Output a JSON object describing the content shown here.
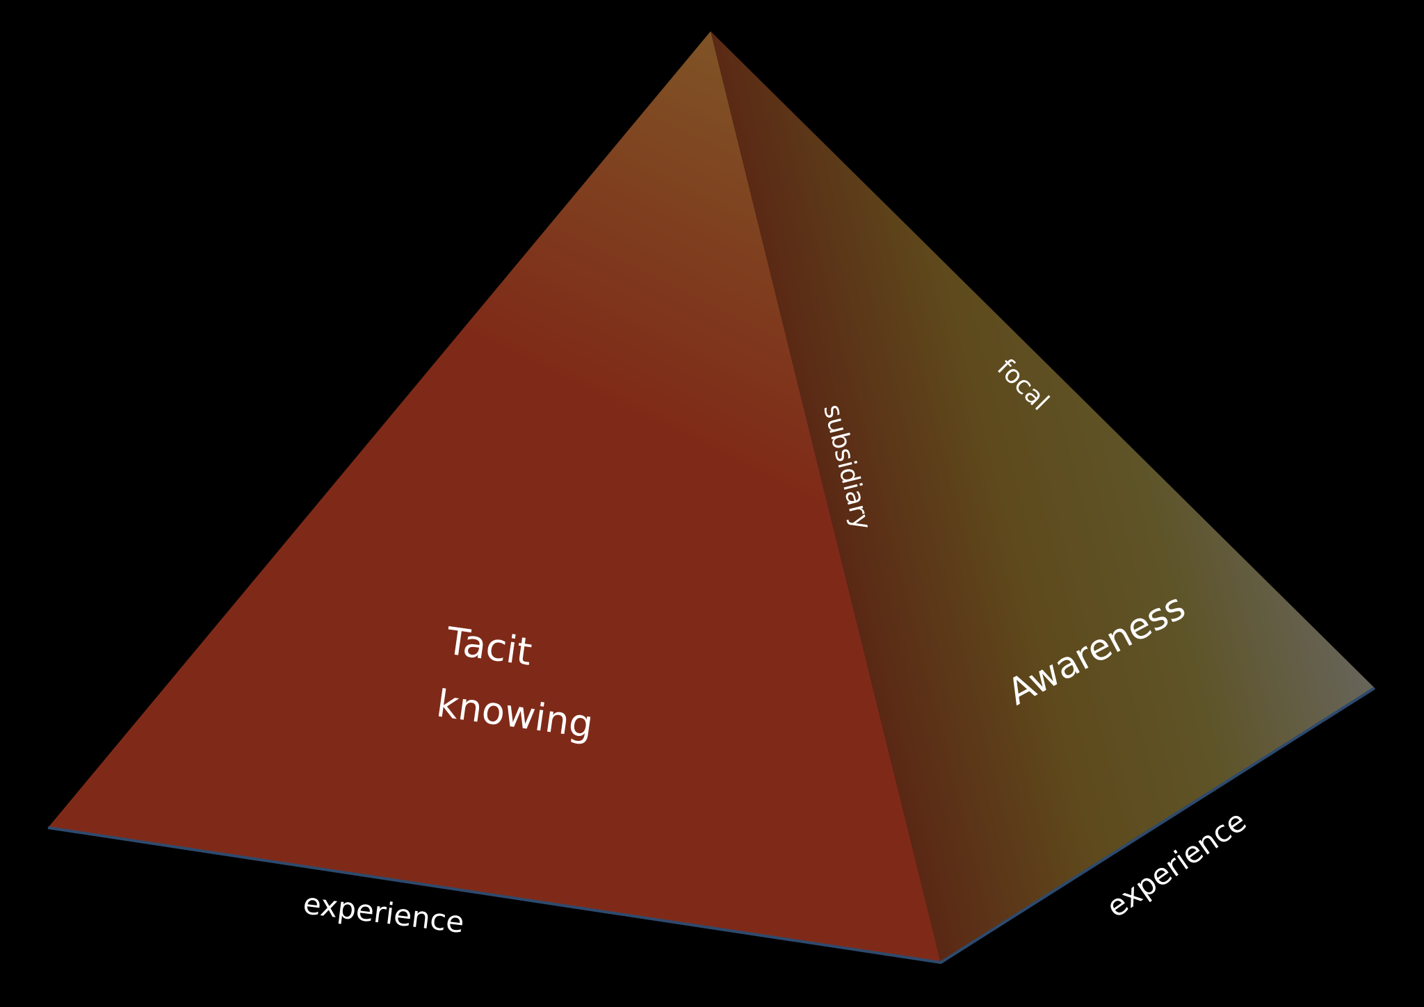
{
  "diagram": {
    "faces": {
      "front": {
        "label_line1": "Tacit",
        "label_line2": "knowing",
        "color_top": "#7f5426",
        "color_bottom": "#7f2a18"
      },
      "side": {
        "label": "Awareness",
        "color_mid": "#5e4e20",
        "color_right": "#686868",
        "color_dark": "#5a2414"
      }
    },
    "edge_labels": {
      "front_base": "experience",
      "side_base": "experience",
      "shared_edge": "subsidiary",
      "right_edge": "focal"
    },
    "base_edge_color": "#2e4a6e"
  }
}
